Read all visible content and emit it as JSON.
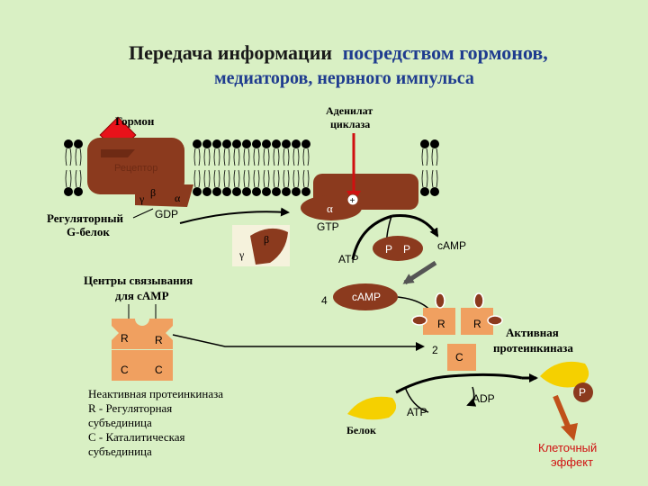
{
  "title": {
    "line1_bold": "Передача информации",
    "line1_rest": "посредством гормонов,",
    "line2": "медиаторов, нервного импульса"
  },
  "labels": {
    "hormone": "Гормон",
    "adenylate_cyclase_line1": "Аденилат",
    "adenylate_cyclase_line2": "циклаза",
    "receptor": "Рецептор",
    "regulatory_g_line1": "Регуляторный",
    "regulatory_g_line2": "G-белок",
    "gamma": "γ",
    "beta": "β",
    "alpha": "α",
    "gdp": "GDP",
    "gtp": "GTP",
    "plus": "+",
    "atp_top": "ATP",
    "p1": "P",
    "p2": "P",
    "camp_top": "cAMP",
    "camp_mid": "cAMP",
    "num4": "4",
    "num2": "2",
    "binding_line1": "Центры связывания",
    "binding_line2": "для cAMP",
    "r_left": "R",
    "r_right": "R",
    "c_left": "C",
    "c_right": "C",
    "r_active_left": "R",
    "r_active_right": "R",
    "c_active": "C",
    "active_pk_line1": "Активная",
    "active_pk_line2": "протеинкиназа",
    "inactive_pk": "Неактивная протеинкиназа",
    "legend_r_line1": "R - Регуляторная",
    "legend_r_line2": "субъединица",
    "legend_c_line1": "C - Каталитическая",
    "legend_c_line2": "субъединица",
    "protein": "Белок",
    "atp_bottom": "ATP",
    "adp": "ADP",
    "p_phosphate": "P",
    "effect_line1": "Клеточный",
    "effect_line2": "эффект"
  },
  "colors": {
    "background": "#d9f0c4",
    "protein_brown": "#8b3a1e",
    "membrane_head": "#000000",
    "hormone": "#e8121a",
    "title_blue": "#1f3c8f",
    "kinase_orange": "#f0a060",
    "substrate_yellow": "#f5d000",
    "arrow_red": "#d01010",
    "effect_arrow": "#c0501a",
    "effect_text": "#d01010"
  }
}
